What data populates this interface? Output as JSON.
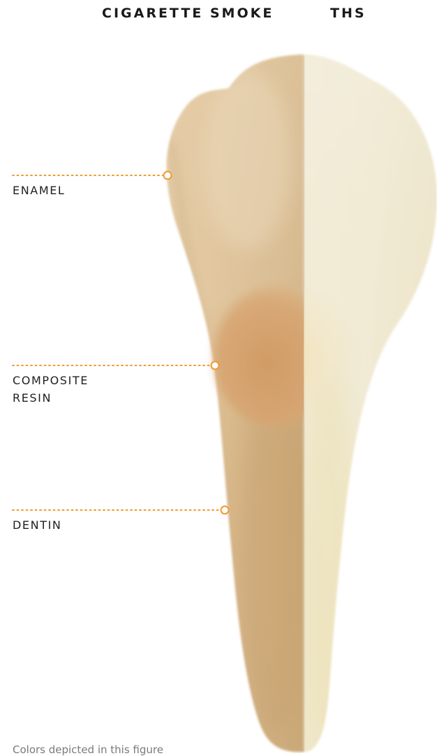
{
  "header": {
    "left_title": "CIGARETTE SMOKE",
    "right_title": "THS"
  },
  "callouts": [
    {
      "label": "ENAMEL"
    },
    {
      "label": "COMPOSITE\nRESIN"
    },
    {
      "label": "DENTIN"
    }
  ],
  "footnote": "Colors depicted in this figure",
  "colors": {
    "accent": "#f09a30",
    "smoke_side": "#d9b98d",
    "ths_side": "#f1ead6",
    "composite": "#d8a06a"
  }
}
